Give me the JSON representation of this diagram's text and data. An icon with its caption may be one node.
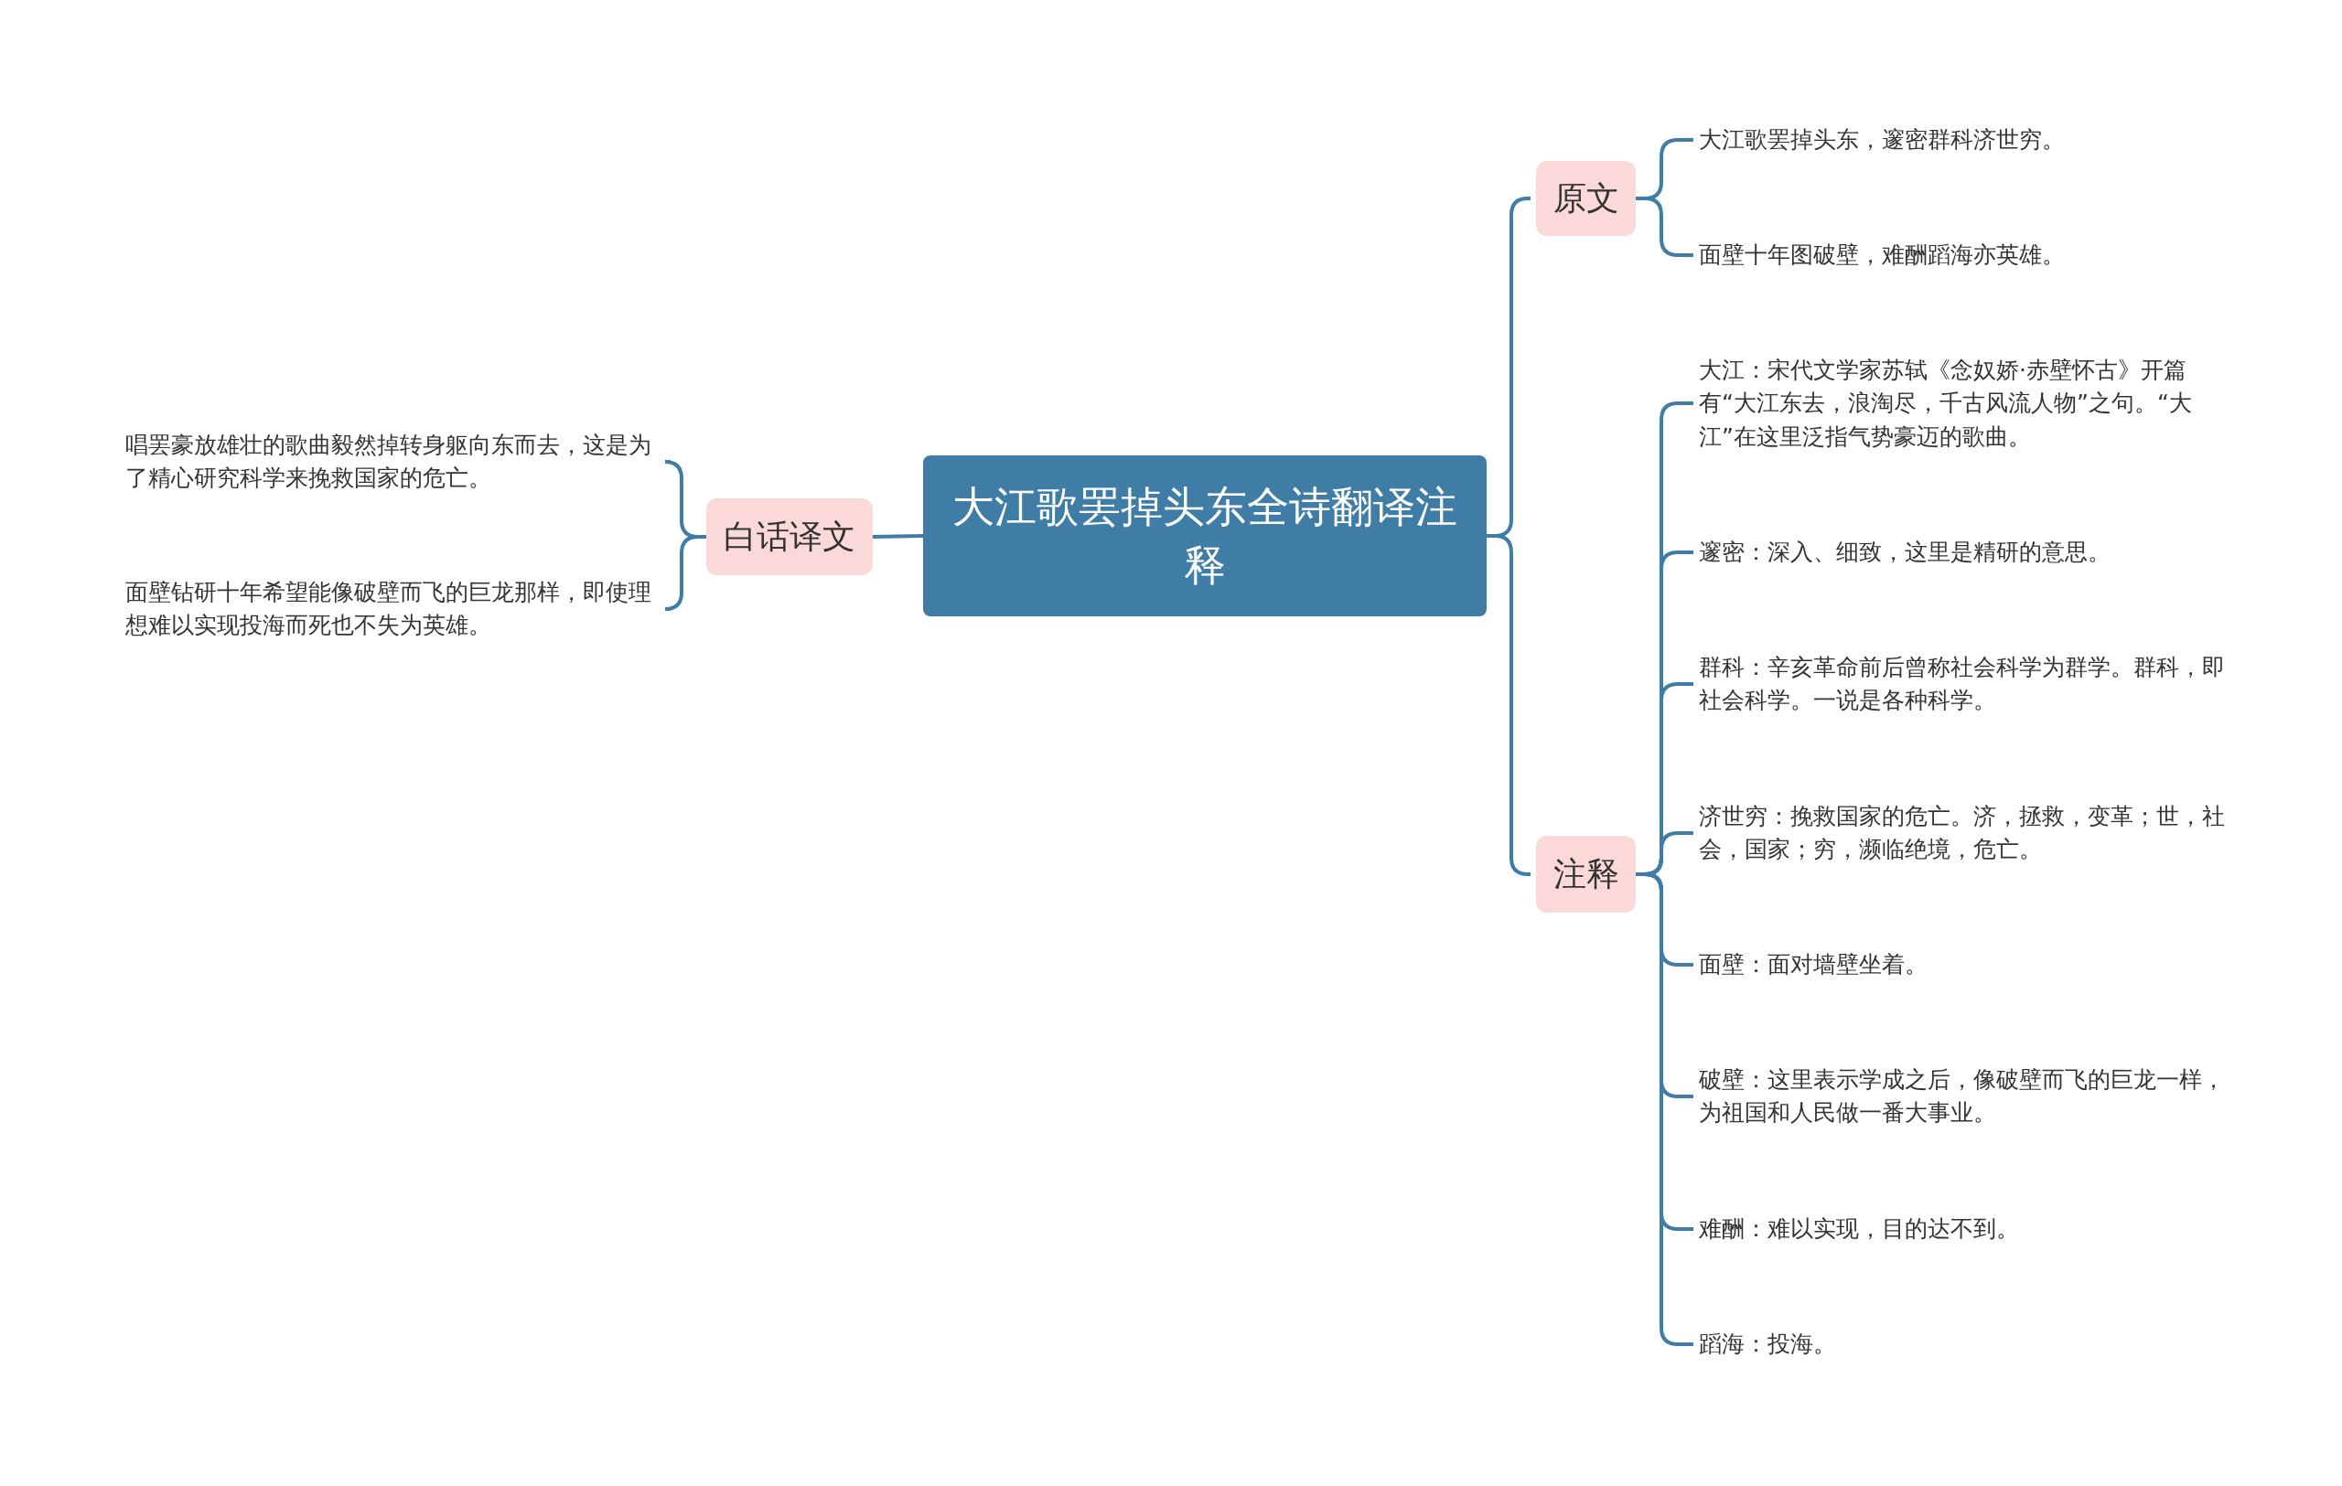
{
  "diagram": {
    "nodes": [
      {
        "text": [
          "大江歌罢掉头东全诗翻译注释"
        ]
      },
      {
        "text": [
          "白话译文"
        ]
      },
      {
        "text": [
          "唱罢豪放雄壮的歌曲毅然掉转身躯向东而去，这是为了精心研究科学来挽救国家的危亡。"
        ]
      },
      {
        "text": [
          "面壁钻研十年希望能像破壁而飞的巨龙那样，即使理想难以实现投海而死也不失为英雄。"
        ]
      },
      {
        "text": [
          "原文"
        ]
      },
      {
        "text": [
          "大江歌罢掉头东，邃密群科济世穷。"
        ]
      },
      {
        "text": [
          "面壁十年图破壁，难酬蹈海亦英雄。"
        ]
      },
      {
        "text": [
          "注释"
        ]
      },
      {
        "text": [
          "大江：宋代文学家苏轼《念奴娇·赤壁怀古》开篇有“大江东去，浪淘尽，千古风流人物”之句。“大江”在这里泛指气势豪迈的歌曲。"
        ]
      },
      {
        "text": [
          "邃密：深入、细致，这里是精研的意思。"
        ]
      },
      {
        "text": [
          "群科：辛亥革命前后曾称社会科学为群学。群科，即社会科学。一说是各种科学。"
        ]
      },
      {
        "text": [
          "济世穷：挽救国家的危亡。济，拯救，变革；世，社会，国家；穷，濒临绝境，危亡。"
        ]
      },
      {
        "text": [
          "面壁：面对墙壁坐着。"
        ]
      },
      {
        "text": [
          "破壁：这里表示学成之后，像破壁而飞的巨龙一样，为祖国和人民做一番大事业。"
        ]
      },
      {
        "text": [
          "难酬：难以实现，目的达不到。"
        ]
      },
      {
        "text": [
          "蹈海：投海。"
        ]
      }
    ],
    "edges": [
      {
        "from": 0,
        "to": 1,
        "arrow": "none"
      },
      {
        "from": 1,
        "to": 2,
        "arrow": "none"
      },
      {
        "from": 1,
        "to": 3,
        "arrow": "none"
      },
      {
        "from": 0,
        "to": 4,
        "arrow": "none"
      },
      {
        "from": 4,
        "to": 5,
        "arrow": "none"
      },
      {
        "from": 4,
        "to": 6,
        "arrow": "none"
      },
      {
        "from": 0,
        "to": 7,
        "arrow": "none"
      },
      {
        "from": 7,
        "to": 8,
        "arrow": "none"
      },
      {
        "from": 7,
        "to": 9,
        "arrow": "none"
      },
      {
        "from": 7,
        "to": 10,
        "arrow": "none"
      },
      {
        "from": 7,
        "to": 11,
        "arrow": "none"
      },
      {
        "from": 7,
        "to": 12,
        "arrow": "none"
      },
      {
        "from": 7,
        "to": 13,
        "arrow": "none"
      },
      {
        "from": 7,
        "to": 14,
        "arrow": "none"
      },
      {
        "from": 7,
        "to": 15,
        "arrow": "none"
      }
    ]
  }
}
